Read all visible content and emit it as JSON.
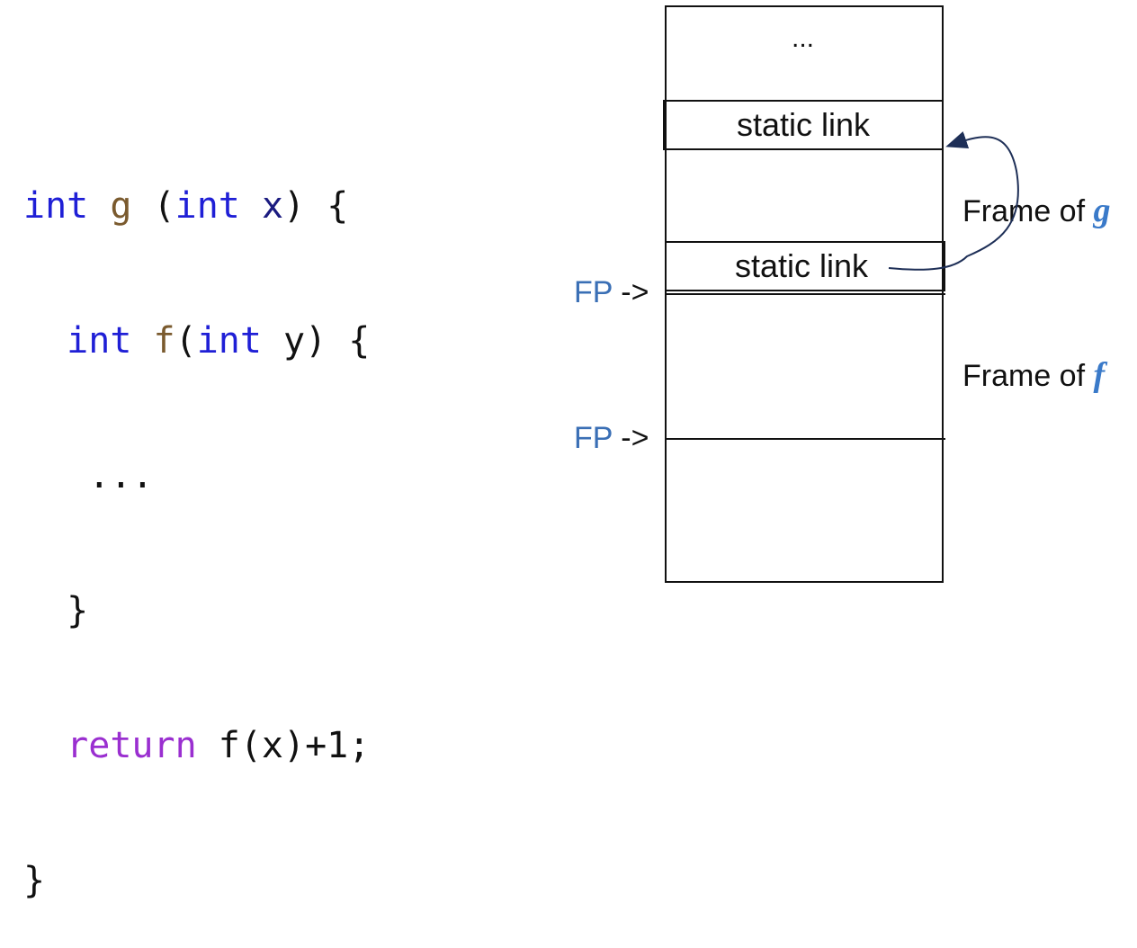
{
  "code": {
    "line1": {
      "kw1": "int",
      "fname": "g",
      "open": " (",
      "kw2": "int",
      "param": "x",
      "close": ") {"
    },
    "line2": {
      "indent": "  ",
      "kw1": "int",
      "sp": " ",
      "fname": "f",
      "open": "(",
      "kw2": "int",
      "param": "y",
      "close": ") {"
    },
    "line3": "   ...",
    "line4": "  }",
    "line5": {
      "indent": "  ",
      "ret": "return",
      "rest": " f(x)+1;"
    },
    "line6": "}"
  },
  "stack": {
    "top_ellipsis": "...",
    "static_link_g": "static link",
    "static_link_f": "static link"
  },
  "pointers": [
    {
      "word": "FP",
      "arrow": " ->"
    },
    {
      "word": "FP",
      "arrow": " ->"
    }
  ],
  "frames": [
    {
      "prefix": "Frame of ",
      "name": "g"
    },
    {
      "prefix": "Frame of ",
      "name": "f"
    }
  ],
  "colors": {
    "keyword": "#1f1fd6",
    "function_name": "#7a5a2e",
    "return_keyword": "#9a2fd0",
    "fp_label": "#3a6fb5",
    "frame_name": "#3a7ac9",
    "arrow": "#1e2f57"
  }
}
